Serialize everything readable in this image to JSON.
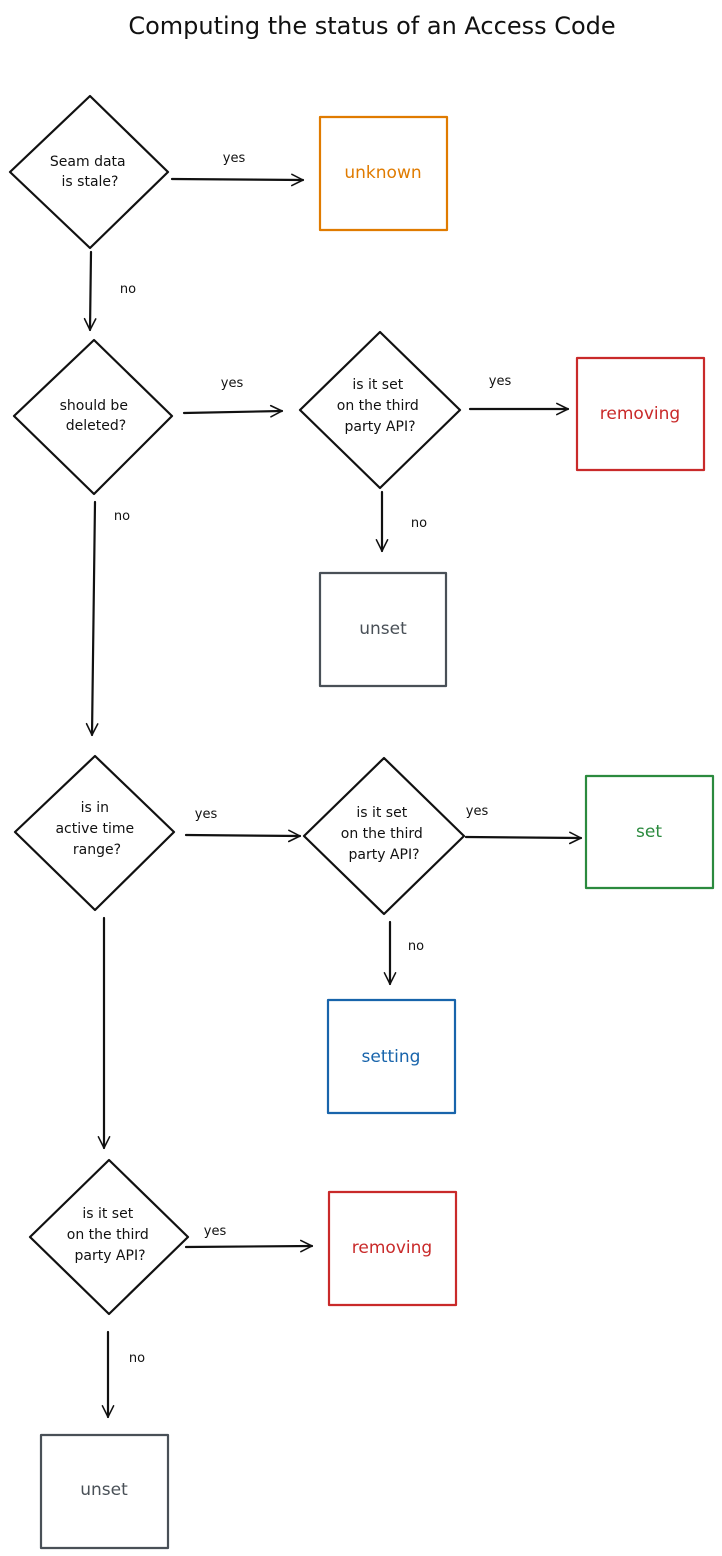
{
  "title": "Computing the status of an Access Code",
  "decisions": {
    "d1": [
      "Seam data",
      "is stale?"
    ],
    "d2": [
      "should be",
      "deleted?"
    ],
    "d3": [
      "is it set",
      "on the third",
      "party API?"
    ],
    "d4": [
      "is in",
      "active time",
      "range?"
    ],
    "d5": [
      "is it set",
      "on the third",
      "party API?"
    ],
    "d6": [
      "is it set",
      "on the third",
      "party API?"
    ]
  },
  "results": {
    "r1": "unknown",
    "r2": "removing",
    "r3": "unset",
    "r4": "set",
    "r5": "setting",
    "r6": "removing",
    "r7": "unset"
  },
  "edge_labels": {
    "yes": "yes",
    "no": "no"
  },
  "colors": {
    "unknown": "#e07b00",
    "removing": "#c92a2a",
    "unset": "#495057",
    "set": "#2b8a3e",
    "setting": "#1864ab",
    "ink": "#111111"
  }
}
